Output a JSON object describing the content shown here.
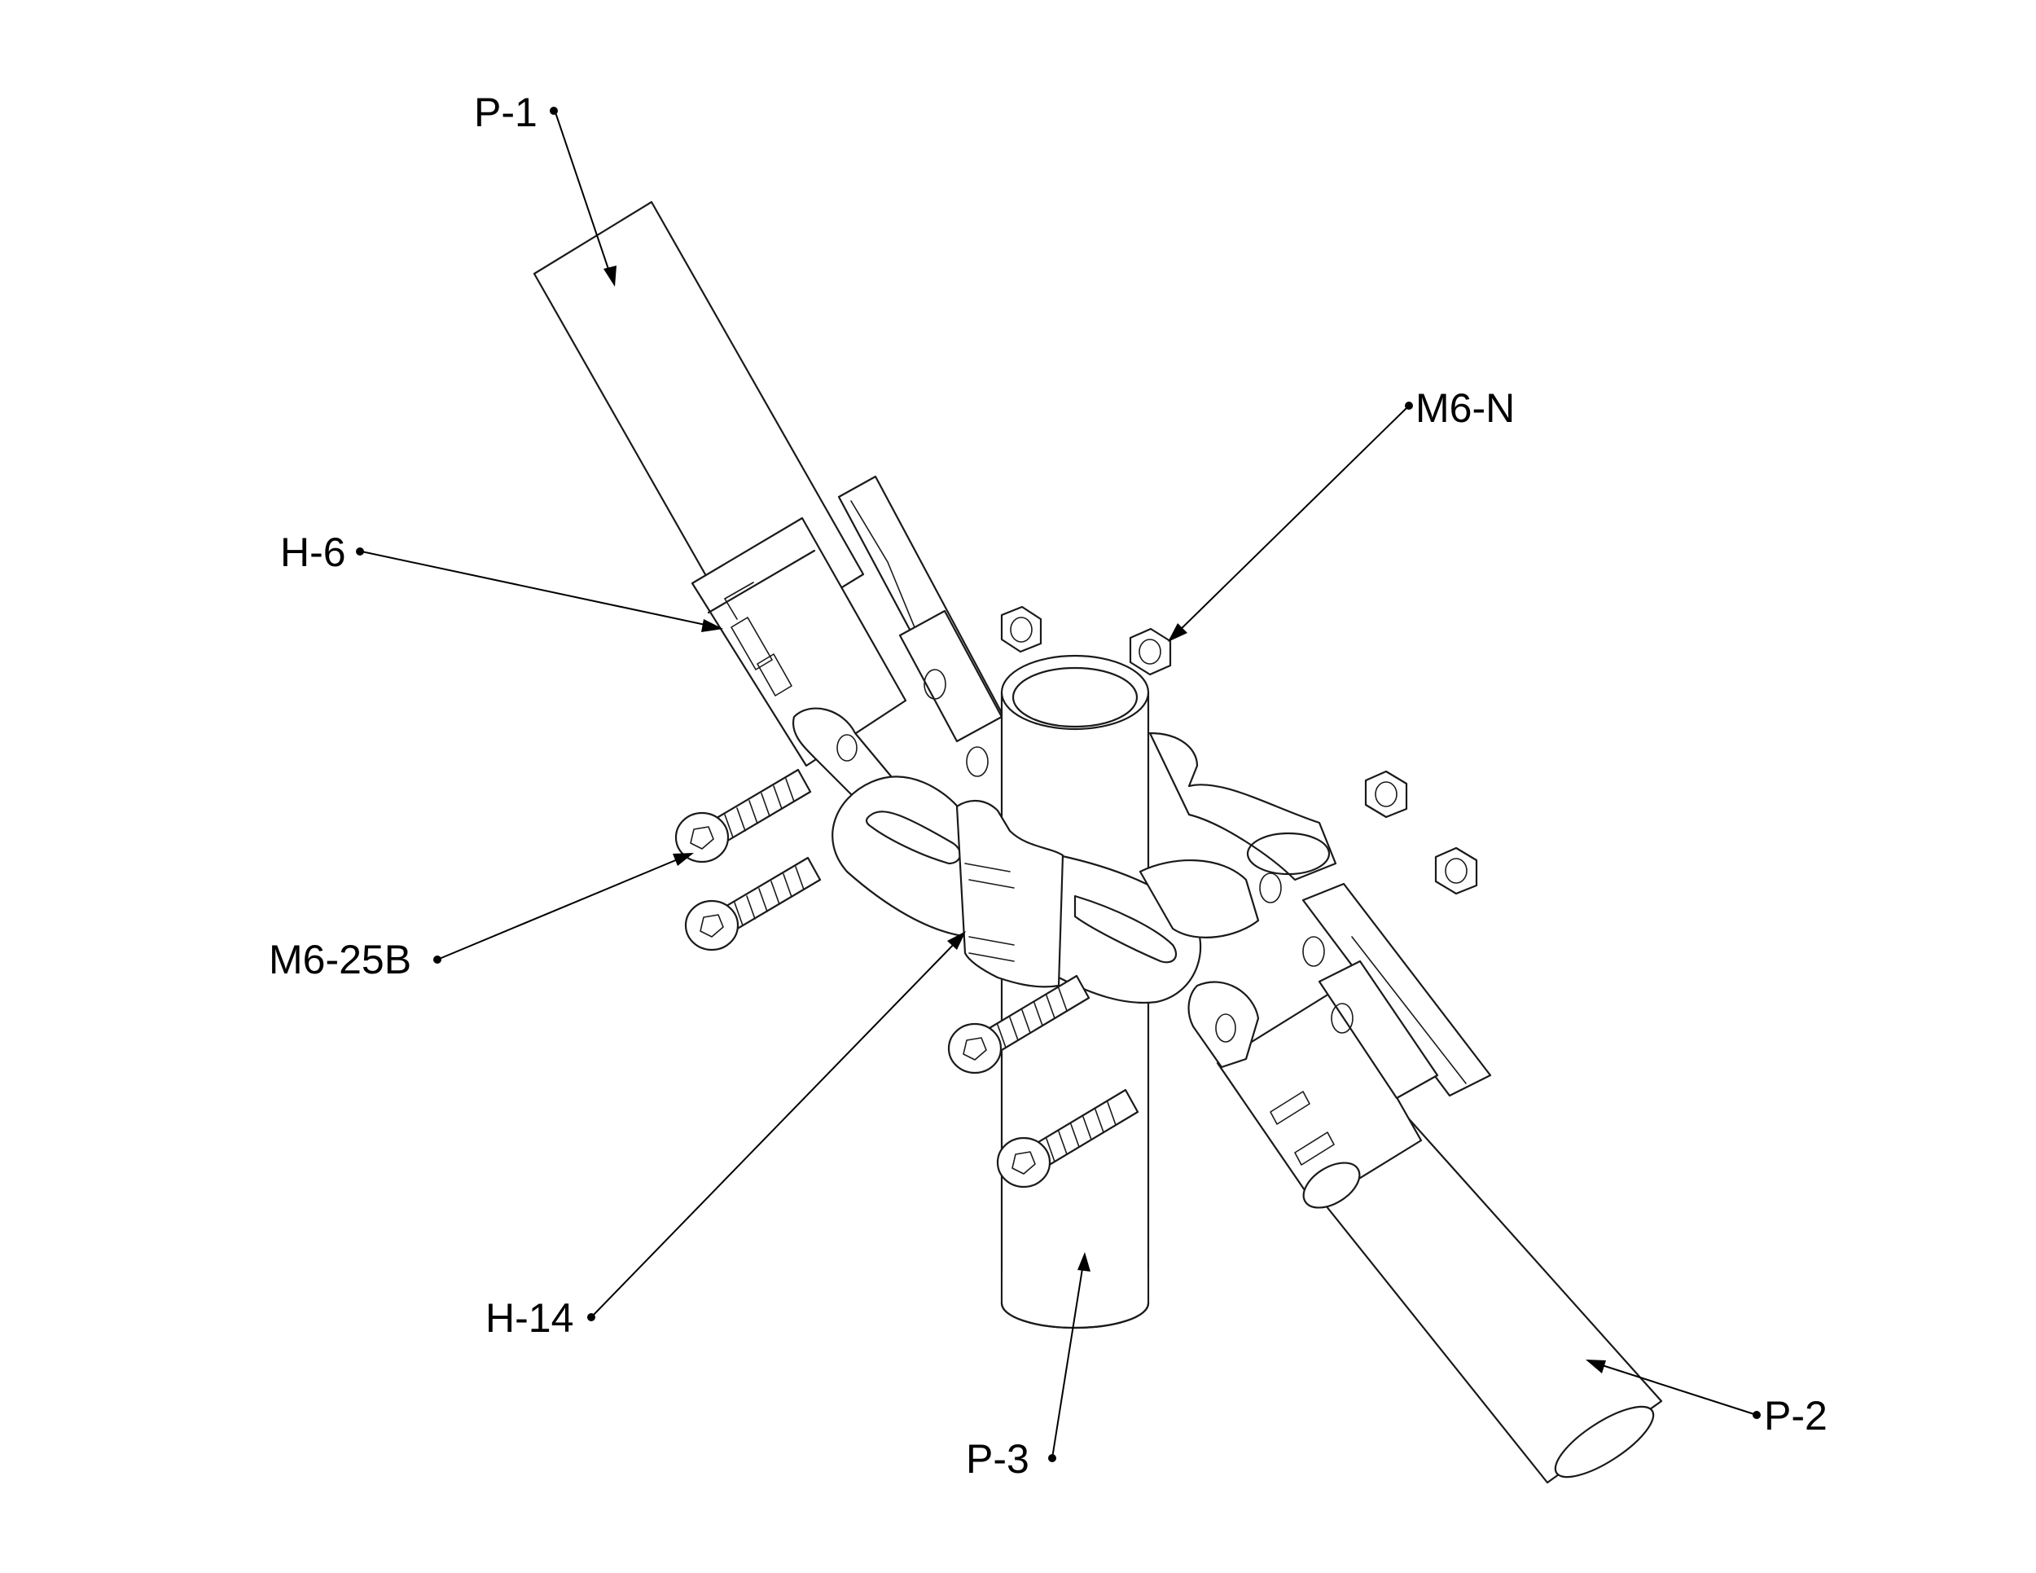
{
  "labels": {
    "p1": "P-1",
    "p2": "P-2",
    "p3": "P-3",
    "h6": "H-6",
    "h14": "H-14",
    "m6n": "M6-N",
    "m625b": "M6-25B"
  },
  "colors": {
    "line": "#1a1a1a",
    "background": "#ffffff"
  }
}
